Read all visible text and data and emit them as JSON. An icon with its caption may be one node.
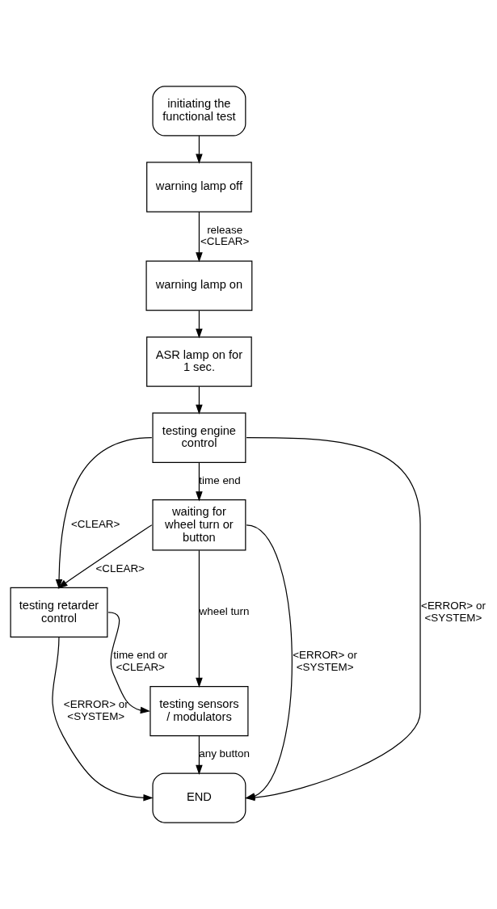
{
  "diagram": {
    "nodes": [
      {
        "text": [
          "initiating the functional test"
        ]
      },
      {
        "text": [
          "warning lamp off"
        ]
      },
      {
        "text": [
          "warning lamp on"
        ]
      },
      {
        "text": [
          "ASR lamp on for 1 sec."
        ]
      },
      {
        "text": [
          "testing engine control"
        ]
      },
      {
        "text": [
          "waiting for wheel turn or button"
        ]
      },
      {
        "text": [
          "testing retarder control"
        ]
      },
      {
        "text": [
          "testing sensors / modulators"
        ]
      },
      {
        "text": [
          "END"
        ]
      }
    ],
    "edges": [
      {
        "from": 0,
        "to": 1,
        "arrow": "to"
      },
      {
        "from": 1,
        "to": 2,
        "arrow": "to",
        "label": "release <CLEAR>"
      },
      {
        "from": 2,
        "to": 3,
        "arrow": "to"
      },
      {
        "from": 3,
        "to": 4,
        "arrow": "to"
      },
      {
        "from": 4,
        "to": 5,
        "arrow": "to",
        "label": "time end"
      },
      {
        "from": 4,
        "to": 6,
        "arrow": "to",
        "label": "<CLEAR>"
      },
      {
        "from": 4,
        "to": 8,
        "arrow": "to",
        "label": "<ERROR> or <SYSTEM>"
      },
      {
        "from": 5,
        "to": 6,
        "arrow": "to",
        "label": "<CLEAR>"
      },
      {
        "from": 5,
        "to": 8,
        "arrow": "to",
        "label": "<ERROR> or <SYSTEM>"
      },
      {
        "from": 5,
        "to": 7,
        "arrow": "to",
        "label": "wheel turn"
      },
      {
        "from": 6,
        "to": 7,
        "arrow": "to",
        "label": "time end or <CLEAR>"
      },
      {
        "from": 6,
        "to": 8,
        "arrow": "to",
        "label": "<ERROR> or <SYSTEM>"
      },
      {
        "from": 7,
        "to": 8,
        "arrow": "to",
        "label": "any button"
      }
    ]
  }
}
